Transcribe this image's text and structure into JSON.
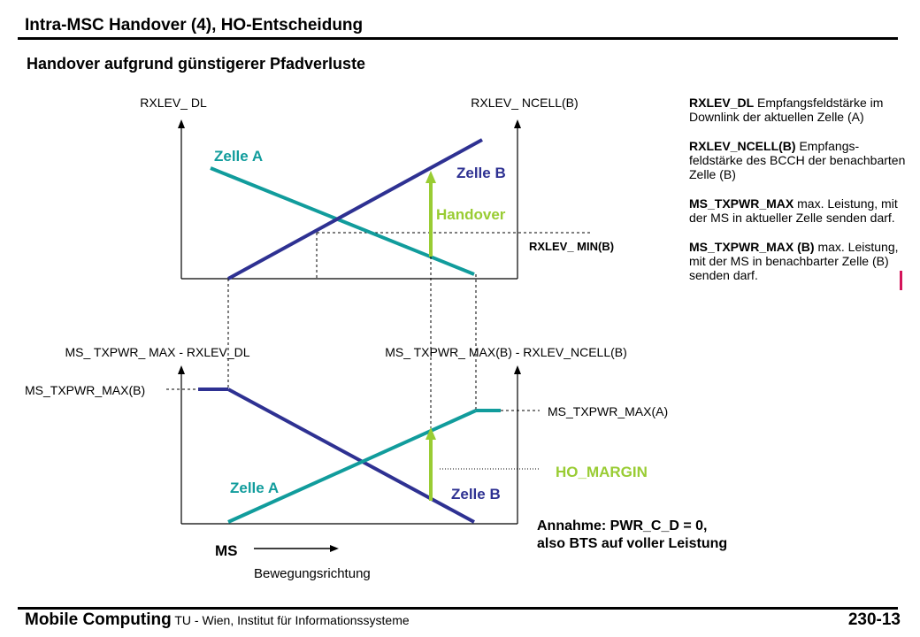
{
  "header": {
    "title": "Intra-MSC Handover (4), HO-Entscheidung",
    "subtitle": "Handover aufgrund günstigerer Pfadverluste"
  },
  "top_chart": {
    "left_axis_label": "RXLEV_ DL",
    "right_axis_label": "RXLEV_ NCELL(B)",
    "zelle_a": "Zelle A",
    "zelle_b": "Zelle B",
    "handover": "Handover",
    "rxlev_min": "RXLEV_ MIN(B)"
  },
  "bottom_chart": {
    "left_axis_label": "MS_ TXPWR_ MAX - RXLEV_DL",
    "right_axis_label": "MS_ TXPWR_ MAX(B) - RXLEV_NCELL(B)",
    "ms_txpwr_max_b": "MS_TXPWR_MAX(B)",
    "ms_txpwr_max_a": "MS_TXPWR_MAX(A)",
    "ho_margin": "HO_MARGIN",
    "zelle_a": "Zelle A",
    "zelle_b": "Zelle B",
    "ms": "MS",
    "direction": "Bewegungsrichtung"
  },
  "descriptions": [
    {
      "term": "RXLEV_DL",
      "text": " Empfangsfeldstärke im Downlink der aktuellen Zelle (A)"
    },
    {
      "term": "RXLEV_NCELL(B)",
      "text": " Empfangs-feldstärke des BCCH der benachbarten Zelle (B)"
    },
    {
      "term": "MS_TXPWR_MAX",
      "text": " max. Leistung, mit der MS in aktueller Zelle senden darf."
    },
    {
      "term": "MS_TXPWR_MAX (B)",
      "text": " max. Leistung, mit der MS in benachbarter Zelle (B) senden darf."
    }
  ],
  "note": {
    "line1": "Annahme: PWR_C_D = 0,",
    "line2": "also BTS auf voller Leistung"
  },
  "footer": {
    "brand": "Mobile Computing",
    "institute": " TU - Wien, Institut für Informationssysteme",
    "page": "230-13"
  },
  "colors": {
    "zelle_a": "#119c9c",
    "zelle_b": "#2e3192",
    "handover": "#99cc33",
    "marker": "#d4145a"
  }
}
